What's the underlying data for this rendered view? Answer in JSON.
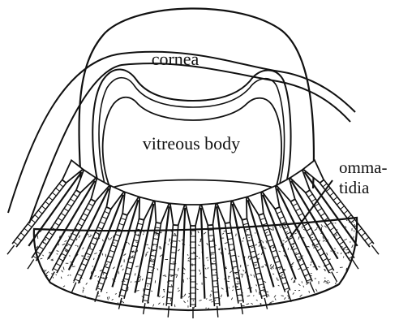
{
  "diagram": {
    "labels": {
      "cornea": "cornea",
      "vitreous_body": "vitreous body",
      "ommatidia_line1": "omma-",
      "ommatidia_line2": "tidia"
    },
    "colors": {
      "ink": "#111111",
      "background": "#ffffff",
      "stipple": "#2a2a2a"
    }
  }
}
